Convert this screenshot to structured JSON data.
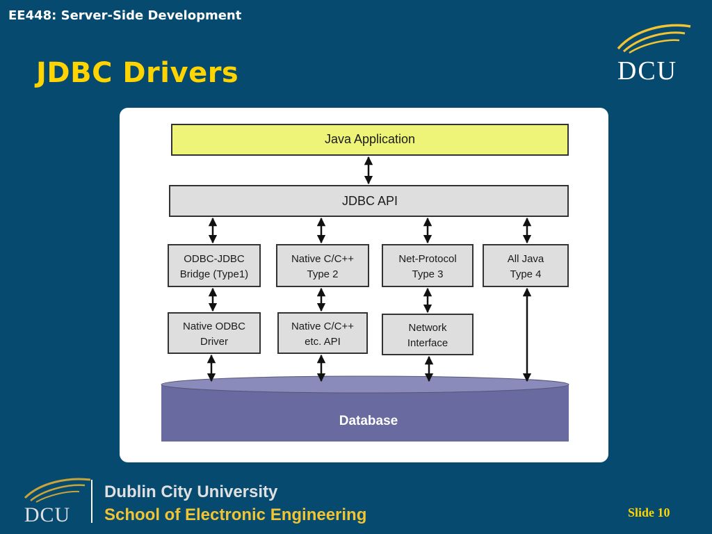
{
  "header": {
    "course_title": "EE448: Server-Side Development",
    "slide_title": "JDBC Drivers"
  },
  "logo": {
    "text": "DCU"
  },
  "diagram": {
    "java_application": "Java Application",
    "jdbc_api": "JDBC API",
    "drivers": [
      {
        "line1": "ODBC-JDBC",
        "line2": "Bridge (Type1)"
      },
      {
        "line1": "Native C/C++",
        "line2": "Type 2"
      },
      {
        "line1": "Net-Protocol",
        "line2": "Type 3"
      },
      {
        "line1": "All Java",
        "line2": "Type 4"
      }
    ],
    "middleware": [
      {
        "line1": "Native ODBC",
        "line2": "Driver"
      },
      {
        "line1": "Native C/C++",
        "line2": "etc. API"
      },
      {
        "line1": "Network",
        "line2": "Interface"
      }
    ],
    "database": "Database"
  },
  "footer": {
    "university": "Dublin City University",
    "school": "School of Electronic Engineering",
    "slide_label": "Slide 10"
  },
  "colors": {
    "background": "#064a70",
    "title_yellow": "#ffd400",
    "java_app_fill": "#eef477",
    "box_fill": "#dedede",
    "database_fill": "#696aa0",
    "database_top": "#8a8bbb"
  }
}
